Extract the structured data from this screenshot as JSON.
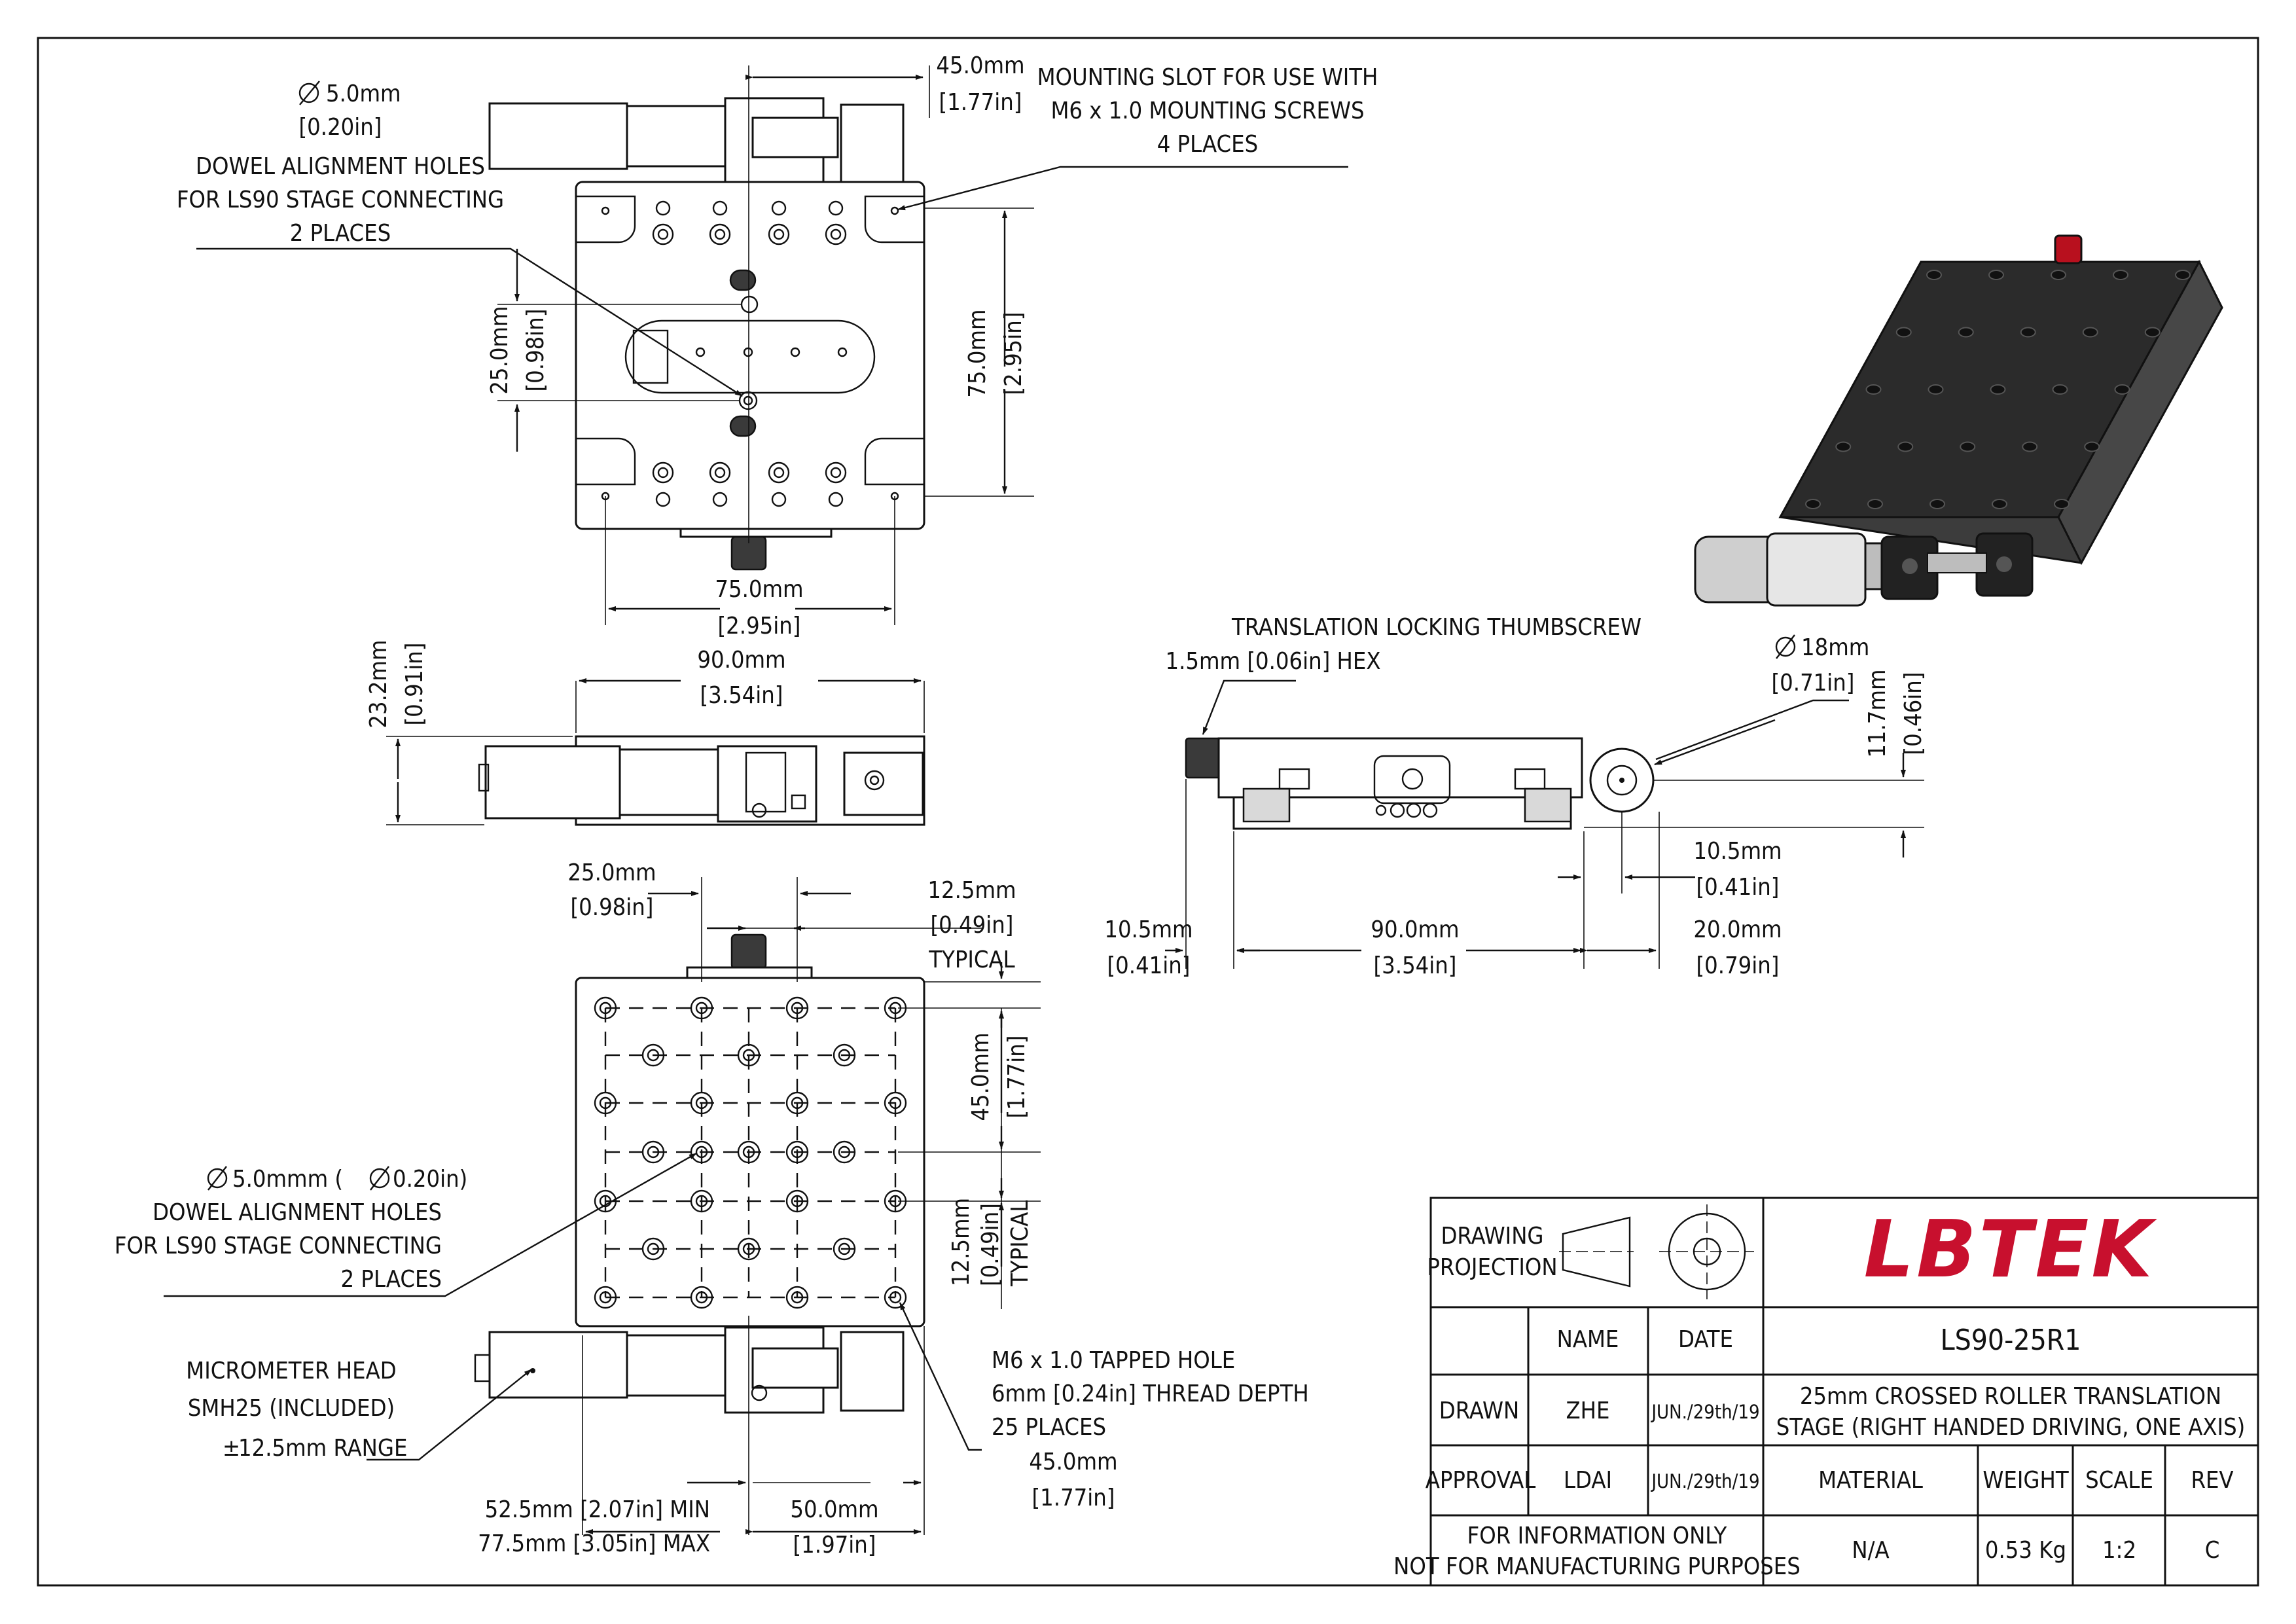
{
  "top_view": {
    "width_45": [
      "45.0mm",
      "[1.77in]"
    ],
    "slot_note": [
      "MOUNTING SLOT FOR USE WITH",
      "M6 x 1.0 MOUNTING SCREWS",
      "4 PLACES"
    ],
    "dowel_dia": [
      "5.0mm",
      "[0.20in]"
    ],
    "dowel_note": [
      "DOWEL ALIGNMENT HOLES",
      "FOR LS90 STAGE CONNECTING",
      "2 PLACES"
    ],
    "pitch_25": [
      "25.0mm",
      "[0.98in]"
    ],
    "height_75": [
      "75.0mm",
      "[2.95in]"
    ],
    "width_75": [
      "75.0mm",
      "[2.95in]"
    ]
  },
  "front_view": {
    "width_90": [
      "90.0mm",
      "[3.54in]"
    ],
    "height_23": [
      "23.2mm",
      "[0.91in]"
    ]
  },
  "bottom_view": {
    "pitch_25": [
      "25.0mm",
      "[0.98in]"
    ],
    "typical_12": [
      "12.5mm",
      "[0.49in]",
      "TYPICAL"
    ],
    "pitch_45": [
      "45.0mm",
      "[1.77in]"
    ],
    "typical_12_side": [
      "12.5mm",
      "[0.49in]",
      "TYPICAL"
    ],
    "dowel_note": [
      "5.0mmm (",
      "0.20in)",
      "DOWEL ALIGNMENT HOLES",
      "FOR LS90 STAGE CONNECTING",
      "2 PLACES"
    ],
    "tapped_note": [
      "M6 x 1.0 TAPPED HOLE",
      "6mm [0.24in] THREAD DEPTH",
      "25 PLACES"
    ],
    "micrometer_note": [
      "MICROMETER HEAD",
      "SMH25 (INCLUDED)",
      "12.5mm RANGE"
    ],
    "width_45": [
      "45.0mm",
      "[1.77in]"
    ],
    "width_50": [
      "50.0mm",
      "[1.97in]"
    ],
    "travel_min": "52.5mm [2.07in] MIN",
    "travel_max": "77.5mm [3.05in] MAX"
  },
  "side_view": {
    "thumbscrew_note": [
      "TRANSLATION LOCKING THUMBSCREW",
      "1.5mm [0.06in] HEX"
    ],
    "dia_18": [
      "18mm",
      "[0.71in]"
    ],
    "height_11": [
      "11.7mm",
      "[0.46in]"
    ],
    "offset_10_right": [
      "10.5mm",
      "[0.41in]"
    ],
    "offset_10_left": [
      "10.5mm",
      "[0.41in]"
    ],
    "length_90": [
      "90.0mm",
      "[3.54in]"
    ],
    "length_20": [
      "20.0mm",
      "[0.79in]"
    ]
  },
  "title_block": {
    "drawing_projection": [
      "DRAWING",
      "PROJECTION"
    ],
    "logo": "LBTEK",
    "logo_color": "#c8102e",
    "name_header": "NAME",
    "date_header": "DATE",
    "part_number": "LS90-25R1",
    "drawn_label": "DRAWN",
    "drawn_name": "ZHE",
    "drawn_date": "JUN./29th/19",
    "description": [
      "25mm CROSSED ROLLER TRANSLATION",
      "STAGE (RIGHT HANDED DRIVING, ONE AXIS)"
    ],
    "approval_label": "APPROVAL",
    "approval_name": "LDAI",
    "approval_date": "JUN./29th/19",
    "material_header": "MATERIAL",
    "weight_header": "WEIGHT",
    "scale_header": "SCALE",
    "rev_header": "REV",
    "info_note": [
      "FOR INFORMATION ONLY",
      "NOT FOR MANUFACTURING PURPOSES"
    ],
    "material": "N/A",
    "weight": "0.53 Kg",
    "scale": "1:2",
    "rev": "C"
  }
}
